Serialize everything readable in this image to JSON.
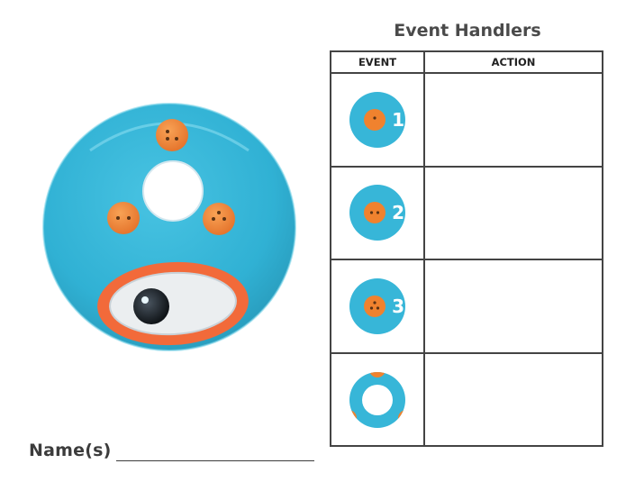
{
  "title": "Event Handlers",
  "table": {
    "headers": {
      "event": "EVENT",
      "action": "ACTION"
    },
    "rows": [
      {
        "event_icon": "button-1-icon",
        "number": "1",
        "action": ""
      },
      {
        "event_icon": "button-2-icon",
        "number": "2",
        "action": ""
      },
      {
        "event_icon": "button-3-icon",
        "number": "3",
        "action": ""
      },
      {
        "event_icon": "main-button-icon",
        "number": "",
        "action": ""
      }
    ]
  },
  "name_label": "Name(s)",
  "robot_icon": "dot-robot-icon",
  "colors": {
    "robot_body": "#37b6d8",
    "button_orange": "#f0822e",
    "eye_ring": "#f26a3a",
    "main_button": "#f4f8fb",
    "table_border": "#444444"
  }
}
